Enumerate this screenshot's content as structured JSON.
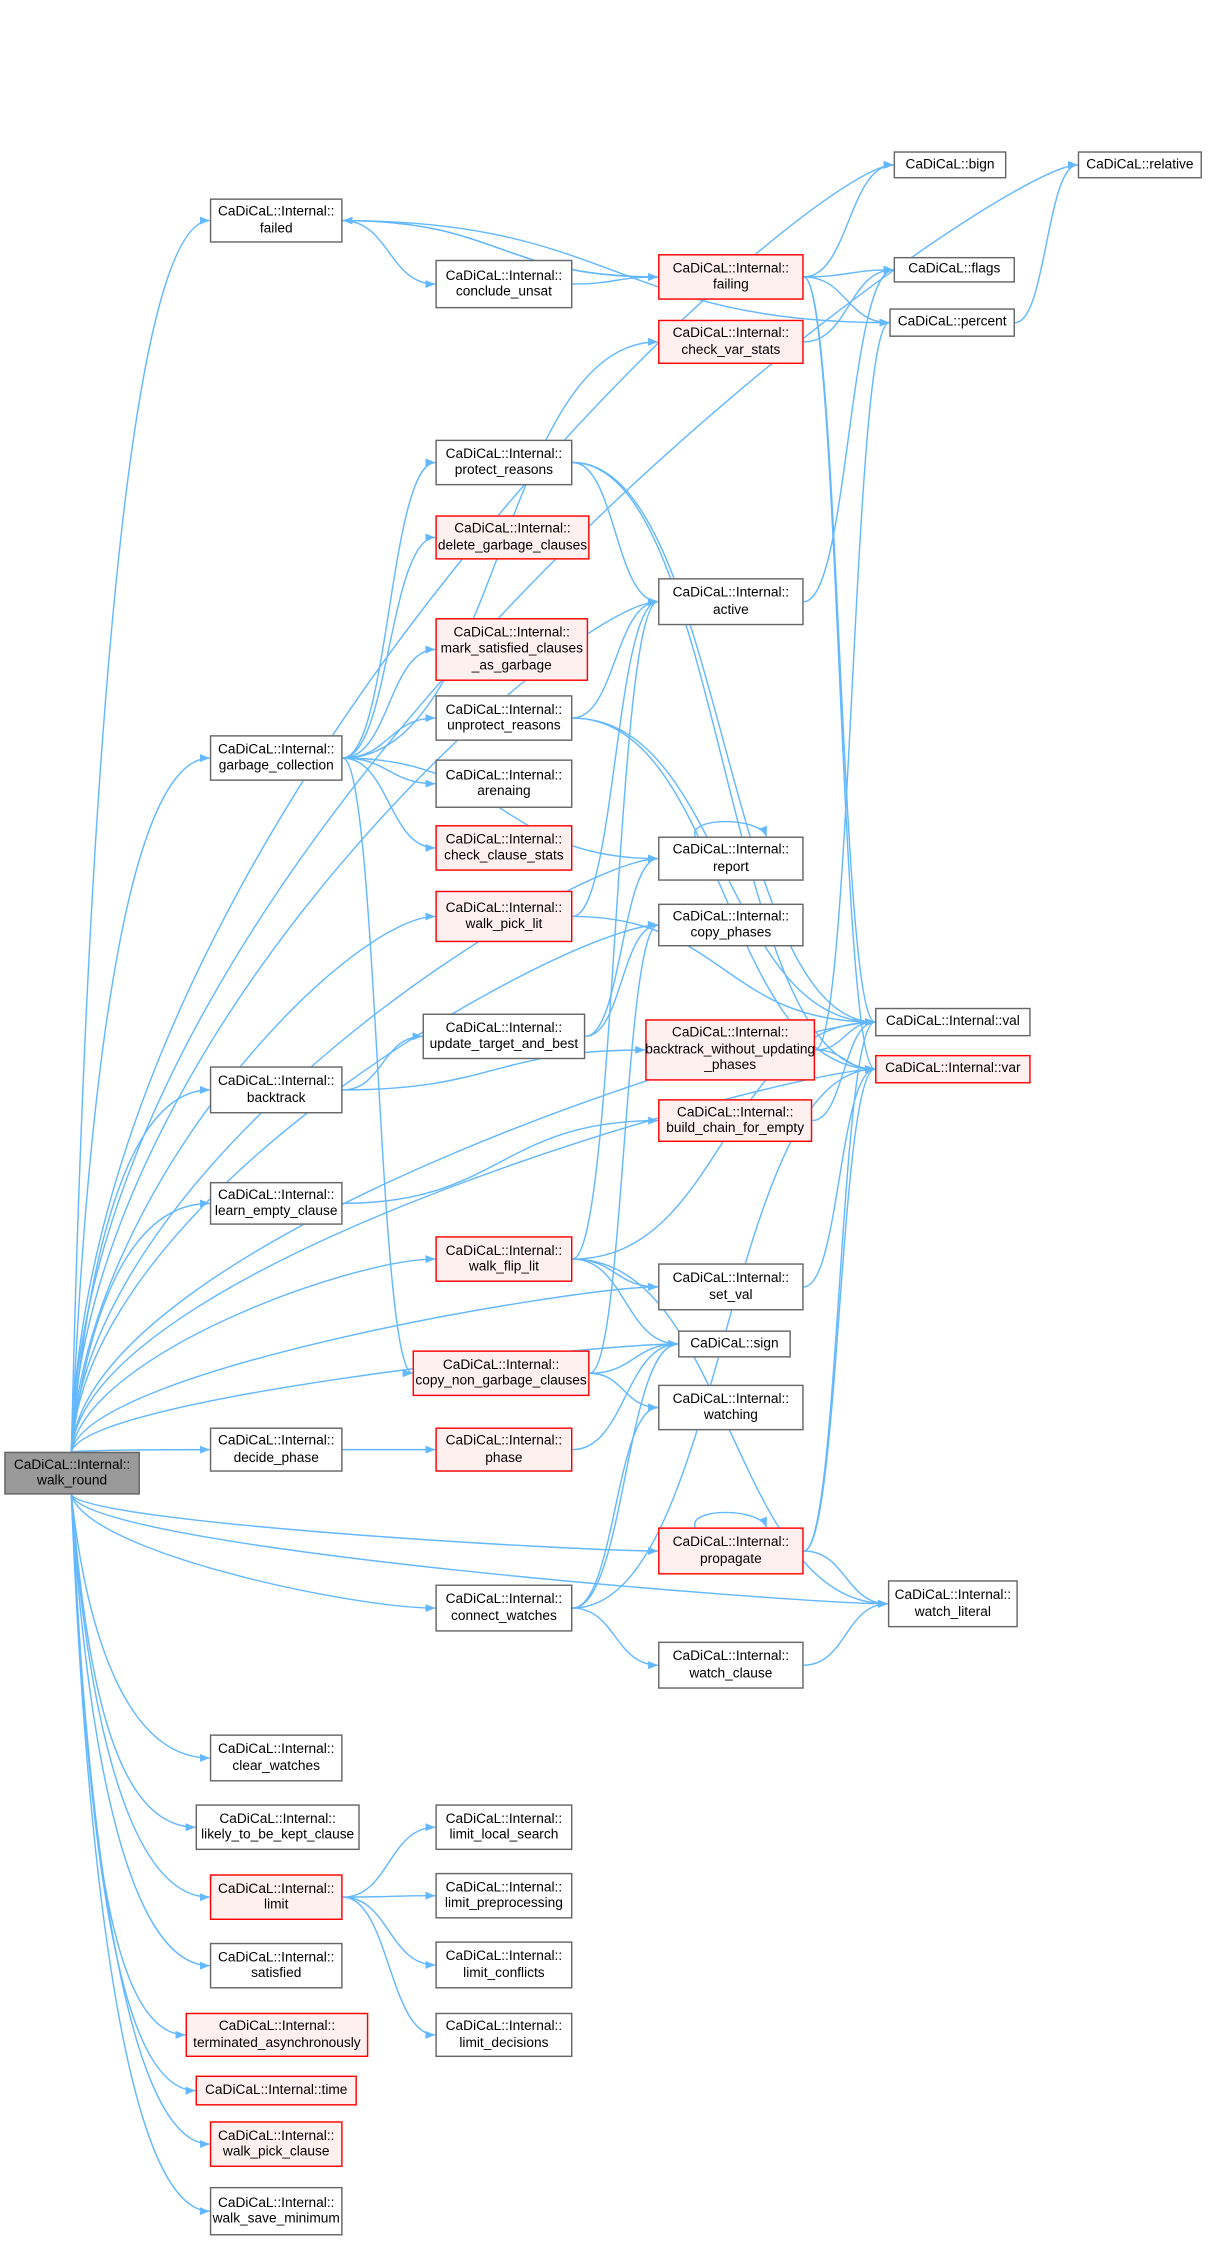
{
  "colors": {
    "edge": "#63b8ff",
    "node_border": "#666666",
    "highlight_border": "#ff0000",
    "highlight_fill": "#fff0f0",
    "root_fill": "#999999"
  },
  "nodes": {
    "walk_round": {
      "lines": [
        "CaDiCaL::Internal::",
        "walk_round"
      ],
      "style": "root"
    },
    "relative": {
      "lines": [
        "CaDiCaL::relative"
      ],
      "style": "normal"
    },
    "bign": {
      "lines": [
        "CaDiCaL::bign"
      ],
      "style": "normal"
    },
    "flags": {
      "lines": [
        "CaDiCaL::flags"
      ],
      "style": "normal"
    },
    "percent": {
      "lines": [
        "CaDiCaL::percent"
      ],
      "style": "normal"
    },
    "failed": {
      "lines": [
        "CaDiCaL::Internal::",
        "failed"
      ],
      "style": "normal"
    },
    "failing": {
      "lines": [
        "CaDiCaL::Internal::",
        "failing"
      ],
      "style": "red"
    },
    "conclude_unsat": {
      "lines": [
        "CaDiCaL::Internal::",
        "conclude_unsat"
      ],
      "style": "normal"
    },
    "check_var_stats": {
      "lines": [
        "CaDiCaL::Internal::",
        "check_var_stats"
      ],
      "style": "red"
    },
    "protect_reasons": {
      "lines": [
        "CaDiCaL::Internal::",
        "protect_reasons"
      ],
      "style": "normal"
    },
    "delete_garbage_clauses": {
      "lines": [
        "CaDiCaL::Internal::",
        "delete_garbage_clauses"
      ],
      "style": "red"
    },
    "active": {
      "lines": [
        "CaDiCaL::Internal::",
        "active"
      ],
      "style": "normal"
    },
    "mark_satisfied": {
      "lines": [
        "CaDiCaL::Internal::",
        "mark_satisfied_clauses",
        "_as_garbage"
      ],
      "style": "red"
    },
    "unprotect_reasons": {
      "lines": [
        "CaDiCaL::Internal::",
        "unprotect_reasons"
      ],
      "style": "normal"
    },
    "garbage_collection": {
      "lines": [
        "CaDiCaL::Internal::",
        "garbage_collection"
      ],
      "style": "normal"
    },
    "arenaing": {
      "lines": [
        "CaDiCaL::Internal::",
        "arenaing"
      ],
      "style": "normal"
    },
    "check_clause_stats": {
      "lines": [
        "CaDiCaL::Internal::",
        "check_clause_stats"
      ],
      "style": "red"
    },
    "report": {
      "lines": [
        "CaDiCaL::Internal::",
        "report"
      ],
      "style": "normal"
    },
    "walk_pick_lit": {
      "lines": [
        "CaDiCaL::Internal::",
        "walk_pick_lit"
      ],
      "style": "red"
    },
    "copy_phases": {
      "lines": [
        "CaDiCaL::Internal::",
        "copy_phases"
      ],
      "style": "normal"
    },
    "update_target_and_best": {
      "lines": [
        "CaDiCaL::Internal::",
        "update_target_and_best"
      ],
      "style": "normal"
    },
    "backtrack_wup": {
      "lines": [
        "CaDiCaL::Internal::",
        "backtrack_without_updating",
        "_phases"
      ],
      "style": "red"
    },
    "val": {
      "lines": [
        "CaDiCaL::Internal::val"
      ],
      "style": "normal"
    },
    "var": {
      "lines": [
        "CaDiCaL::Internal::var"
      ],
      "style": "red"
    },
    "backtrack": {
      "lines": [
        "CaDiCaL::Internal::",
        "backtrack"
      ],
      "style": "normal"
    },
    "build_chain_for_empty": {
      "lines": [
        "CaDiCaL::Internal::",
        "build_chain_for_empty"
      ],
      "style": "red"
    },
    "learn_empty_clause": {
      "lines": [
        "CaDiCaL::Internal::",
        "learn_empty_clause"
      ],
      "style": "normal"
    },
    "walk_flip_lit": {
      "lines": [
        "CaDiCaL::Internal::",
        "walk_flip_lit"
      ],
      "style": "red"
    },
    "set_val": {
      "lines": [
        "CaDiCaL::Internal::",
        "set_val"
      ],
      "style": "normal"
    },
    "sign": {
      "lines": [
        "CaDiCaL::sign"
      ],
      "style": "normal"
    },
    "copy_non_garbage_clauses": {
      "lines": [
        "CaDiCaL::Internal::",
        "copy_non_garbage_clauses"
      ],
      "style": "red"
    },
    "watching": {
      "lines": [
        "CaDiCaL::Internal::",
        "watching"
      ],
      "style": "normal"
    },
    "decide_phase": {
      "lines": [
        "CaDiCaL::Internal::",
        "decide_phase"
      ],
      "style": "normal"
    },
    "phase": {
      "lines": [
        "CaDiCaL::Internal::",
        "phase"
      ],
      "style": "red"
    },
    "propagate": {
      "lines": [
        "CaDiCaL::Internal::",
        "propagate"
      ],
      "style": "red"
    },
    "connect_watches": {
      "lines": [
        "CaDiCaL::Internal::",
        "connect_watches"
      ],
      "style": "normal"
    },
    "watch_literal": {
      "lines": [
        "CaDiCaL::Internal::",
        "watch_literal"
      ],
      "style": "normal"
    },
    "watch_clause": {
      "lines": [
        "CaDiCaL::Internal::",
        "watch_clause"
      ],
      "style": "normal"
    },
    "clear_watches": {
      "lines": [
        "CaDiCaL::Internal::",
        "clear_watches"
      ],
      "style": "normal"
    },
    "likely_to_be_kept_clause": {
      "lines": [
        "CaDiCaL::Internal::",
        "likely_to_be_kept_clause"
      ],
      "style": "normal"
    },
    "limit": {
      "lines": [
        "CaDiCaL::Internal::",
        "limit"
      ],
      "style": "red"
    },
    "limit_local_search": {
      "lines": [
        "CaDiCaL::Internal::",
        "limit_local_search"
      ],
      "style": "normal"
    },
    "limit_preprocessing": {
      "lines": [
        "CaDiCaL::Internal::",
        "limit_preprocessing"
      ],
      "style": "normal"
    },
    "limit_conflicts": {
      "lines": [
        "CaDiCaL::Internal::",
        "limit_conflicts"
      ],
      "style": "normal"
    },
    "limit_decisions": {
      "lines": [
        "CaDiCaL::Internal::",
        "limit_decisions"
      ],
      "style": "normal"
    },
    "satisfied": {
      "lines": [
        "CaDiCaL::Internal::",
        "satisfied"
      ],
      "style": "normal"
    },
    "terminated_asynchronously": {
      "lines": [
        "CaDiCaL::Internal::",
        "terminated_asynchronously"
      ],
      "style": "red"
    },
    "time": {
      "lines": [
        "CaDiCaL::Internal::time"
      ],
      "style": "red"
    },
    "walk_pick_clause": {
      "lines": [
        "CaDiCaL::Internal::",
        "walk_pick_clause"
      ],
      "style": "red"
    },
    "walk_save_minimum": {
      "lines": [
        "CaDiCaL::Internal::",
        "walk_save_minimum"
      ],
      "style": "normal"
    }
  },
  "edges": [
    [
      "walk_round",
      "failed"
    ],
    [
      "walk_round",
      "garbage_collection"
    ],
    [
      "walk_round",
      "backtrack"
    ],
    [
      "walk_round",
      "learn_empty_clause"
    ],
    [
      "walk_round",
      "decide_phase"
    ],
    [
      "walk_round",
      "clear_watches"
    ],
    [
      "walk_round",
      "likely_to_be_kept_clause"
    ],
    [
      "walk_round",
      "limit"
    ],
    [
      "walk_round",
      "satisfied"
    ],
    [
      "walk_round",
      "terminated_asynchronously"
    ],
    [
      "walk_round",
      "time"
    ],
    [
      "walk_round",
      "walk_pick_clause"
    ],
    [
      "walk_round",
      "walk_save_minimum"
    ],
    [
      "walk_round",
      "relative"
    ],
    [
      "walk_round",
      "bign"
    ],
    [
      "walk_round",
      "val"
    ],
    [
      "walk_round",
      "active"
    ],
    [
      "walk_round",
      "walk_pick_lit"
    ],
    [
      "walk_round",
      "report"
    ],
    [
      "walk_round",
      "walk_flip_lit"
    ],
    [
      "walk_round",
      "set_val"
    ],
    [
      "walk_round",
      "sign"
    ],
    [
      "walk_round",
      "propagate"
    ],
    [
      "walk_round",
      "connect_watches"
    ],
    [
      "walk_round",
      "var"
    ],
    [
      "walk_round",
      "watch_literal"
    ],
    [
      "walk_round",
      "copy_phases"
    ],
    [
      "failed",
      "conclude_unsat"
    ],
    [
      "failed",
      "failing"
    ],
    [
      "failed",
      "percent"
    ],
    [
      "failing",
      "failed"
    ],
    [
      "failing",
      "bign"
    ],
    [
      "failing",
      "flags"
    ],
    [
      "failing",
      "percent"
    ],
    [
      "failing",
      "val"
    ],
    [
      "failing",
      "var"
    ],
    [
      "conclude_unsat",
      "failing"
    ],
    [
      "check_var_stats",
      "flags"
    ],
    [
      "percent",
      "relative"
    ],
    [
      "garbage_collection",
      "check_var_stats"
    ],
    [
      "garbage_collection",
      "protect_reasons"
    ],
    [
      "garbage_collection",
      "delete_garbage_clauses"
    ],
    [
      "garbage_collection",
      "mark_satisfied"
    ],
    [
      "garbage_collection",
      "unprotect_reasons"
    ],
    [
      "garbage_collection",
      "arenaing"
    ],
    [
      "garbage_collection",
      "check_clause_stats"
    ],
    [
      "garbage_collection",
      "copy_non_garbage_clauses"
    ],
    [
      "garbage_collection",
      "report"
    ],
    [
      "protect_reasons",
      "active"
    ],
    [
      "protect_reasons",
      "val"
    ],
    [
      "protect_reasons",
      "var"
    ],
    [
      "unprotect_reasons",
      "active"
    ],
    [
      "unprotect_reasons",
      "val"
    ],
    [
      "unprotect_reasons",
      "var"
    ],
    [
      "active",
      "flags"
    ],
    [
      "walk_pick_lit",
      "val"
    ],
    [
      "walk_pick_lit",
      "active"
    ],
    [
      "report",
      "report"
    ],
    [
      "update_target_and_best",
      "report"
    ],
    [
      "update_target_and_best",
      "copy_phases"
    ],
    [
      "backtrack",
      "update_target_and_best"
    ],
    [
      "backtrack",
      "backtrack_wup"
    ],
    [
      "backtrack_wup",
      "val"
    ],
    [
      "backtrack_wup",
      "var"
    ],
    [
      "backtrack_wup",
      "percent"
    ],
    [
      "learn_empty_clause",
      "build_chain_for_empty"
    ],
    [
      "build_chain_for_empty",
      "val"
    ],
    [
      "walk_flip_lit",
      "active"
    ],
    [
      "walk_flip_lit",
      "set_val"
    ],
    [
      "walk_flip_lit",
      "sign"
    ],
    [
      "walk_flip_lit",
      "watch_literal"
    ],
    [
      "walk_flip_lit",
      "val"
    ],
    [
      "set_val",
      "var"
    ],
    [
      "copy_non_garbage_clauses",
      "sign"
    ],
    [
      "copy_non_garbage_clauses",
      "watching"
    ],
    [
      "copy_non_garbage_clauses",
      "copy_phases"
    ],
    [
      "decide_phase",
      "phase"
    ],
    [
      "phase",
      "sign"
    ],
    [
      "propagate",
      "propagate"
    ],
    [
      "propagate",
      "val"
    ],
    [
      "propagate",
      "var"
    ],
    [
      "propagate",
      "watch_literal"
    ],
    [
      "connect_watches",
      "watch_clause"
    ],
    [
      "connect_watches",
      "watching"
    ],
    [
      "connect_watches",
      "sign"
    ],
    [
      "connect_watches",
      "var"
    ],
    [
      "watch_clause",
      "watch_literal"
    ],
    [
      "limit",
      "limit_local_search"
    ],
    [
      "limit",
      "limit_preprocessing"
    ],
    [
      "limit",
      "limit_conflicts"
    ],
    [
      "limit",
      "limit_decisions"
    ]
  ]
}
